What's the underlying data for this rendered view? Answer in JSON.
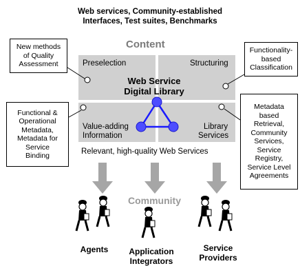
{
  "header": {
    "line1": "Web services, Community-established",
    "line2": "Interfaces, Test suites, Benchmarks"
  },
  "content_title": "Content",
  "library": {
    "title_line1": "Web Service",
    "title_line2": "Digital Library",
    "quadrants": {
      "preselection": "Preselection",
      "structuring": "Structuring",
      "value_adding_1": "Value-adding",
      "value_adding_2": "Information",
      "library_services_1": "Library",
      "library_services_2": "Services"
    }
  },
  "output_label": "Relevant, high-quality Web Services",
  "community_label": "Community",
  "callouts": {
    "new_methods": [
      "New methods",
      "of Quality",
      "Assessment"
    ],
    "functionality": [
      "Functionality-",
      "based",
      "Classification"
    ],
    "functional_metadata": [
      "Functional &",
      "Operational",
      "Metadata,",
      "Metadata for",
      "Service",
      "Binding"
    ],
    "metadata_retrieval": [
      "Metadata",
      "based",
      "Retrieval,",
      "Community",
      "Services,",
      "Service",
      "Registry,",
      "Service Level",
      "Agreements"
    ]
  },
  "groups": {
    "agents": "Agents",
    "integrators_1": "Application",
    "integrators_2": "Integrators",
    "providers_1": "Service",
    "providers_2": "Providers"
  },
  "colors": {
    "panel": "#d0d0d0",
    "arrow": "#a6a6a6",
    "community": "#9a9a9a",
    "content_title": "#7a7a7a",
    "node": "#3f3fff",
    "edge": "#1a1aff"
  }
}
